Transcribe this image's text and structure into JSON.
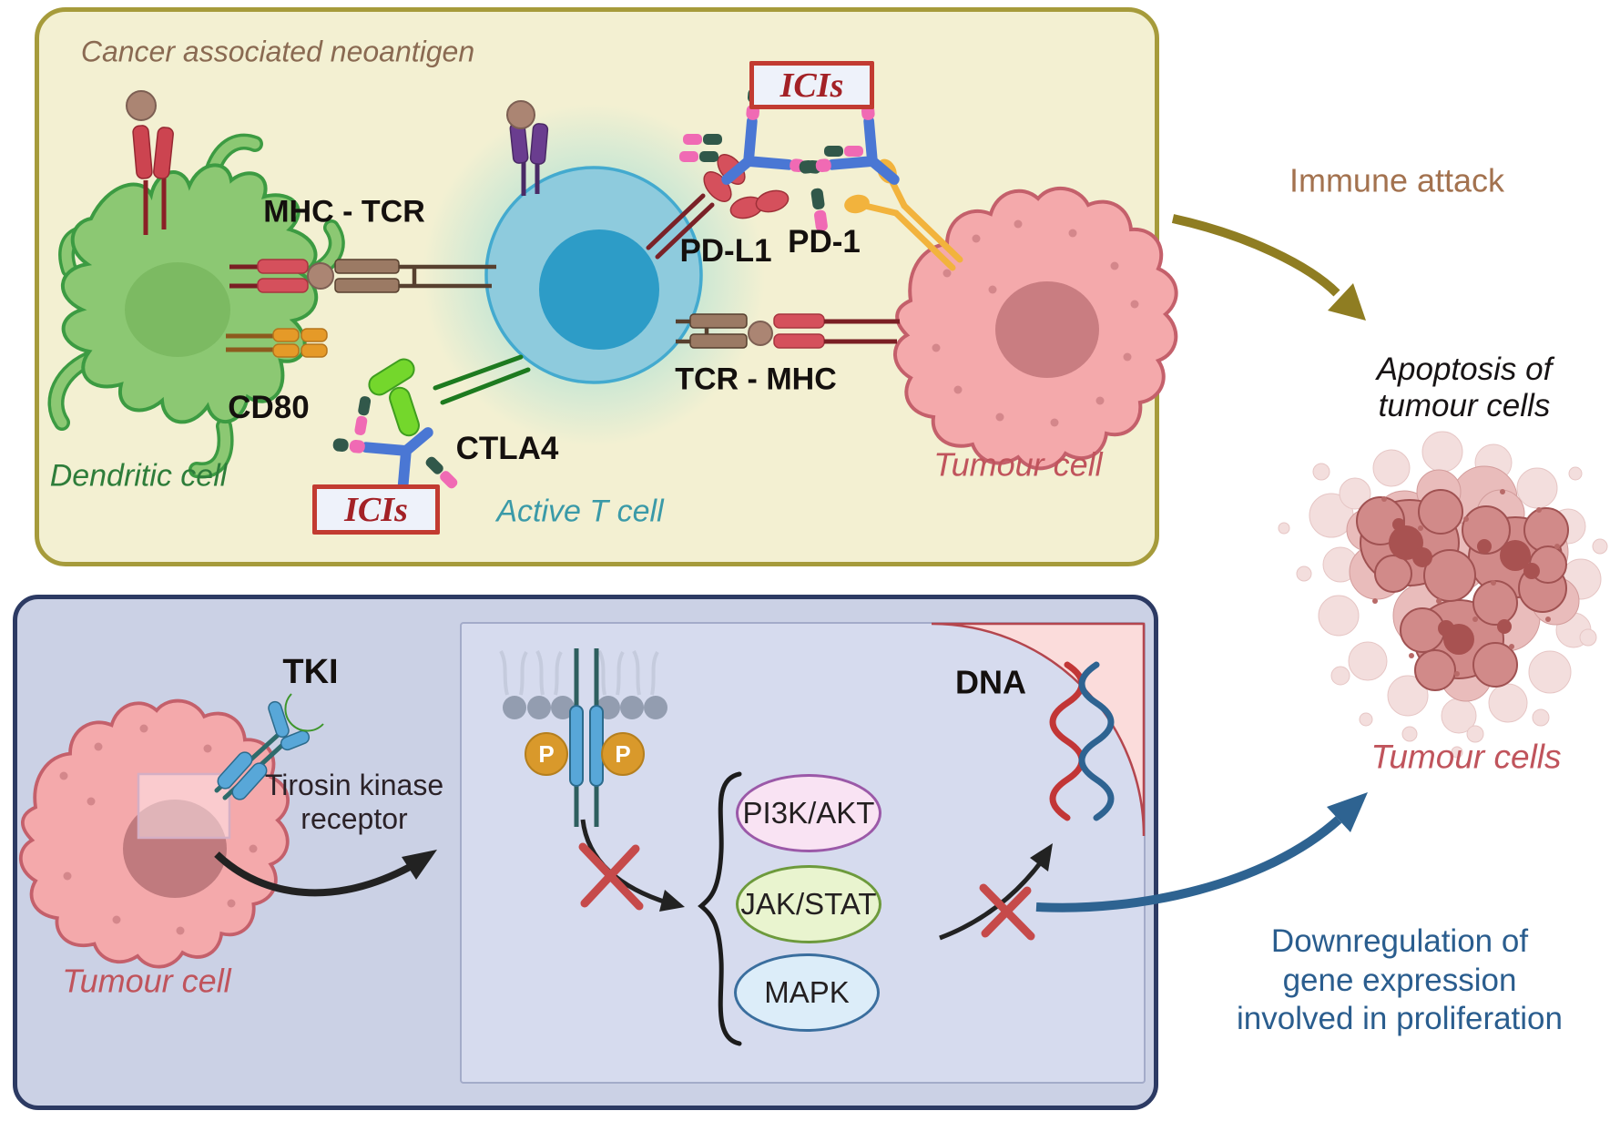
{
  "figure": {
    "top_panel": {
      "neoantigen_label": "Cancer associated neoantigen",
      "mhc_tcr_label": "MHC - TCR",
      "cd80_label": "CD80",
      "ctla4_label": "CTLA4",
      "pdl1_label": "PD-L1",
      "pd1_label": "PD-1",
      "tcr_mhc_label": "TCR - MHC",
      "icis_top_label": "ICIs",
      "icis_bottom_label": "ICIs",
      "dendritic_cell_label": "Dendritic cell",
      "active_t_cell_label": "Active T cell",
      "tumour_cell_label": "Tumour cell"
    },
    "bottom_panel": {
      "tki_label": "TKI",
      "receptor_line1": "Tirosin kinase",
      "receptor_line2": "receptor",
      "tumour_cell_label": "Tumour cell",
      "phospho_label": "P",
      "pathways": [
        "PI3K/AKT",
        "JAK/STAT",
        "MAPK"
      ],
      "dna_label": "DNA"
    },
    "annotations": {
      "immune_attack": "Immune attack",
      "apoptosis_line1": "Apoptosis of",
      "apoptosis_line2": "tumour cells",
      "tumour_cells_label": "Tumour cells",
      "downregulation_line1": "Downregulation of",
      "downregulation_line2": "gene expression",
      "downregulation_line3": "involved in proliferation"
    },
    "palette": {
      "top_panel_bg": "#f3f0d2",
      "top_panel_border": "#a69b3b",
      "bottom_panel_bg": "#cbd1e5",
      "bottom_panel_border": "#2c3a63",
      "inner_panel_bg": "#d6dbee",
      "dna_area_bg": "#fbdcdb",
      "icis_border": "#c23b31",
      "icis_text": "#a32126",
      "dendritic_green": "#8cc873",
      "t_cell_blue": "#8ecbdd",
      "tumour_pink": "#f4a9ab",
      "mhc_red": "#d5505c",
      "tcr_brown": "#9b7a64",
      "cd80_orange": "#e59a28",
      "ctla4_green": "#74d72c",
      "pd1_orange": "#f2b33d",
      "antibody_blue": "#4a77d4",
      "immune_arrow_olive": "#8f7d22",
      "downregulation_blue": "#2a5d8e",
      "block_x_red": "#c64a4a"
    }
  }
}
